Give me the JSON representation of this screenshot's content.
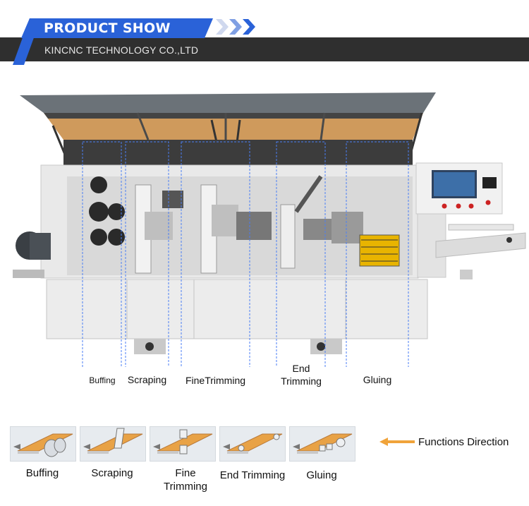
{
  "header": {
    "title": "PRODUCT SHOW",
    "company": "KINCNC TECHNOLOGY CO.,LTD"
  },
  "machine_labels": [
    {
      "id": "buffing",
      "text": "Buffing"
    },
    {
      "id": "scraping",
      "text": "Scraping"
    },
    {
      "id": "finetrimming",
      "text": "FineTrimming"
    },
    {
      "id": "endtrimming_line1",
      "text": "End"
    },
    {
      "id": "endtrimming_line2",
      "text": "Trimming"
    },
    {
      "id": "gluing",
      "text": "Gluing"
    }
  ],
  "functions": {
    "buffing": "Buffing",
    "scraping": "Scraping",
    "fine_line1": "Fine",
    "fine_line2": "Trimming",
    "end_trimming": "End Trimming",
    "gluing": "Gluing",
    "direction": "Functions Direction"
  },
  "colors": {
    "brand_blue": "#2a62d8",
    "banner_dark": "#2f2f2f",
    "panel_orange": "#e8a246",
    "arrow_orange": "#f0a33a"
  }
}
